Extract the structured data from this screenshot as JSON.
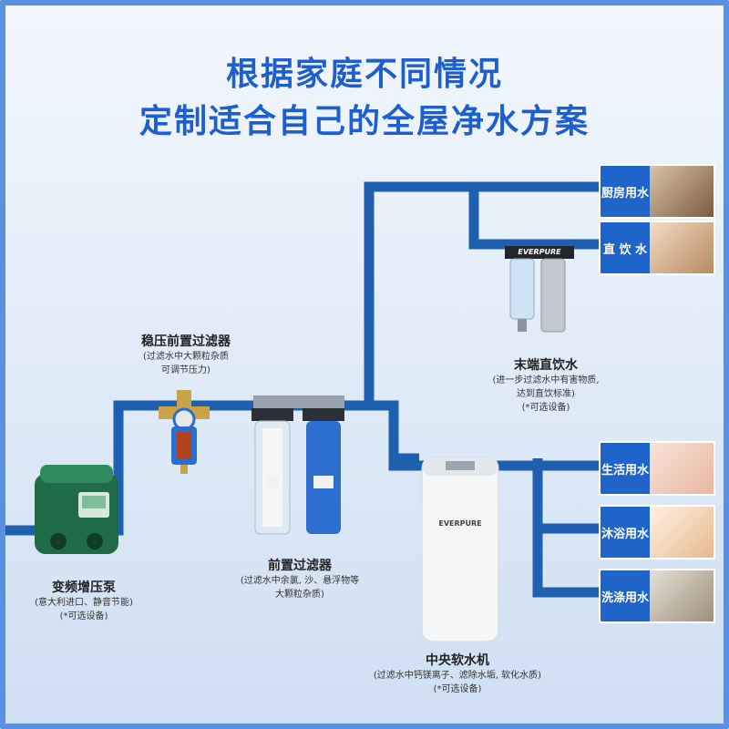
{
  "heading": {
    "line1": "根据家庭不同情况",
    "line2": "定制适合自己的全屋净水方案"
  },
  "devices": {
    "pump": {
      "name": "变频增压泵",
      "desc1": "(意大利进口、静音节能)",
      "desc2": "(*可选设备)"
    },
    "regulator": {
      "name": "稳压前置过滤器",
      "desc1": "(过滤水中大颗粒杂质",
      "desc2": "可调节压力)"
    },
    "prefilter": {
      "name": "前置过滤器",
      "desc1": "(过滤水中余氯, 沙、悬浮物等",
      "desc2": "大颗粒杂质)"
    },
    "softener": {
      "name": "中央软水机",
      "brand": "EVERPURE",
      "desc1": "(过滤水中钙镁离子、滤除水垢, 软化水质)",
      "desc2": "(*可选设备)"
    },
    "drinking": {
      "name": "末端直饮水",
      "brand": "EVERPURE",
      "desc1": "(进一步过滤水中有害物质,",
      "desc2": "达到直饮标准)",
      "desc3": "(*可选设备)"
    }
  },
  "outlets": [
    {
      "label": "厨房用水",
      "icon": "kitchen-photo"
    },
    {
      "label": "直 饮 水",
      "icon": "child-drinking-photo"
    },
    {
      "label": "生活用水",
      "icon": "face-washing-photo"
    },
    {
      "label": "沐浴用水",
      "icon": "bathing-baby-photo"
    },
    {
      "label": "洗涤用水",
      "icon": "laundry-photo"
    }
  ],
  "colors": {
    "pipe": "#1f5fb0",
    "accent": "#1e5fd0",
    "label_bg": "#1f64c8"
  }
}
